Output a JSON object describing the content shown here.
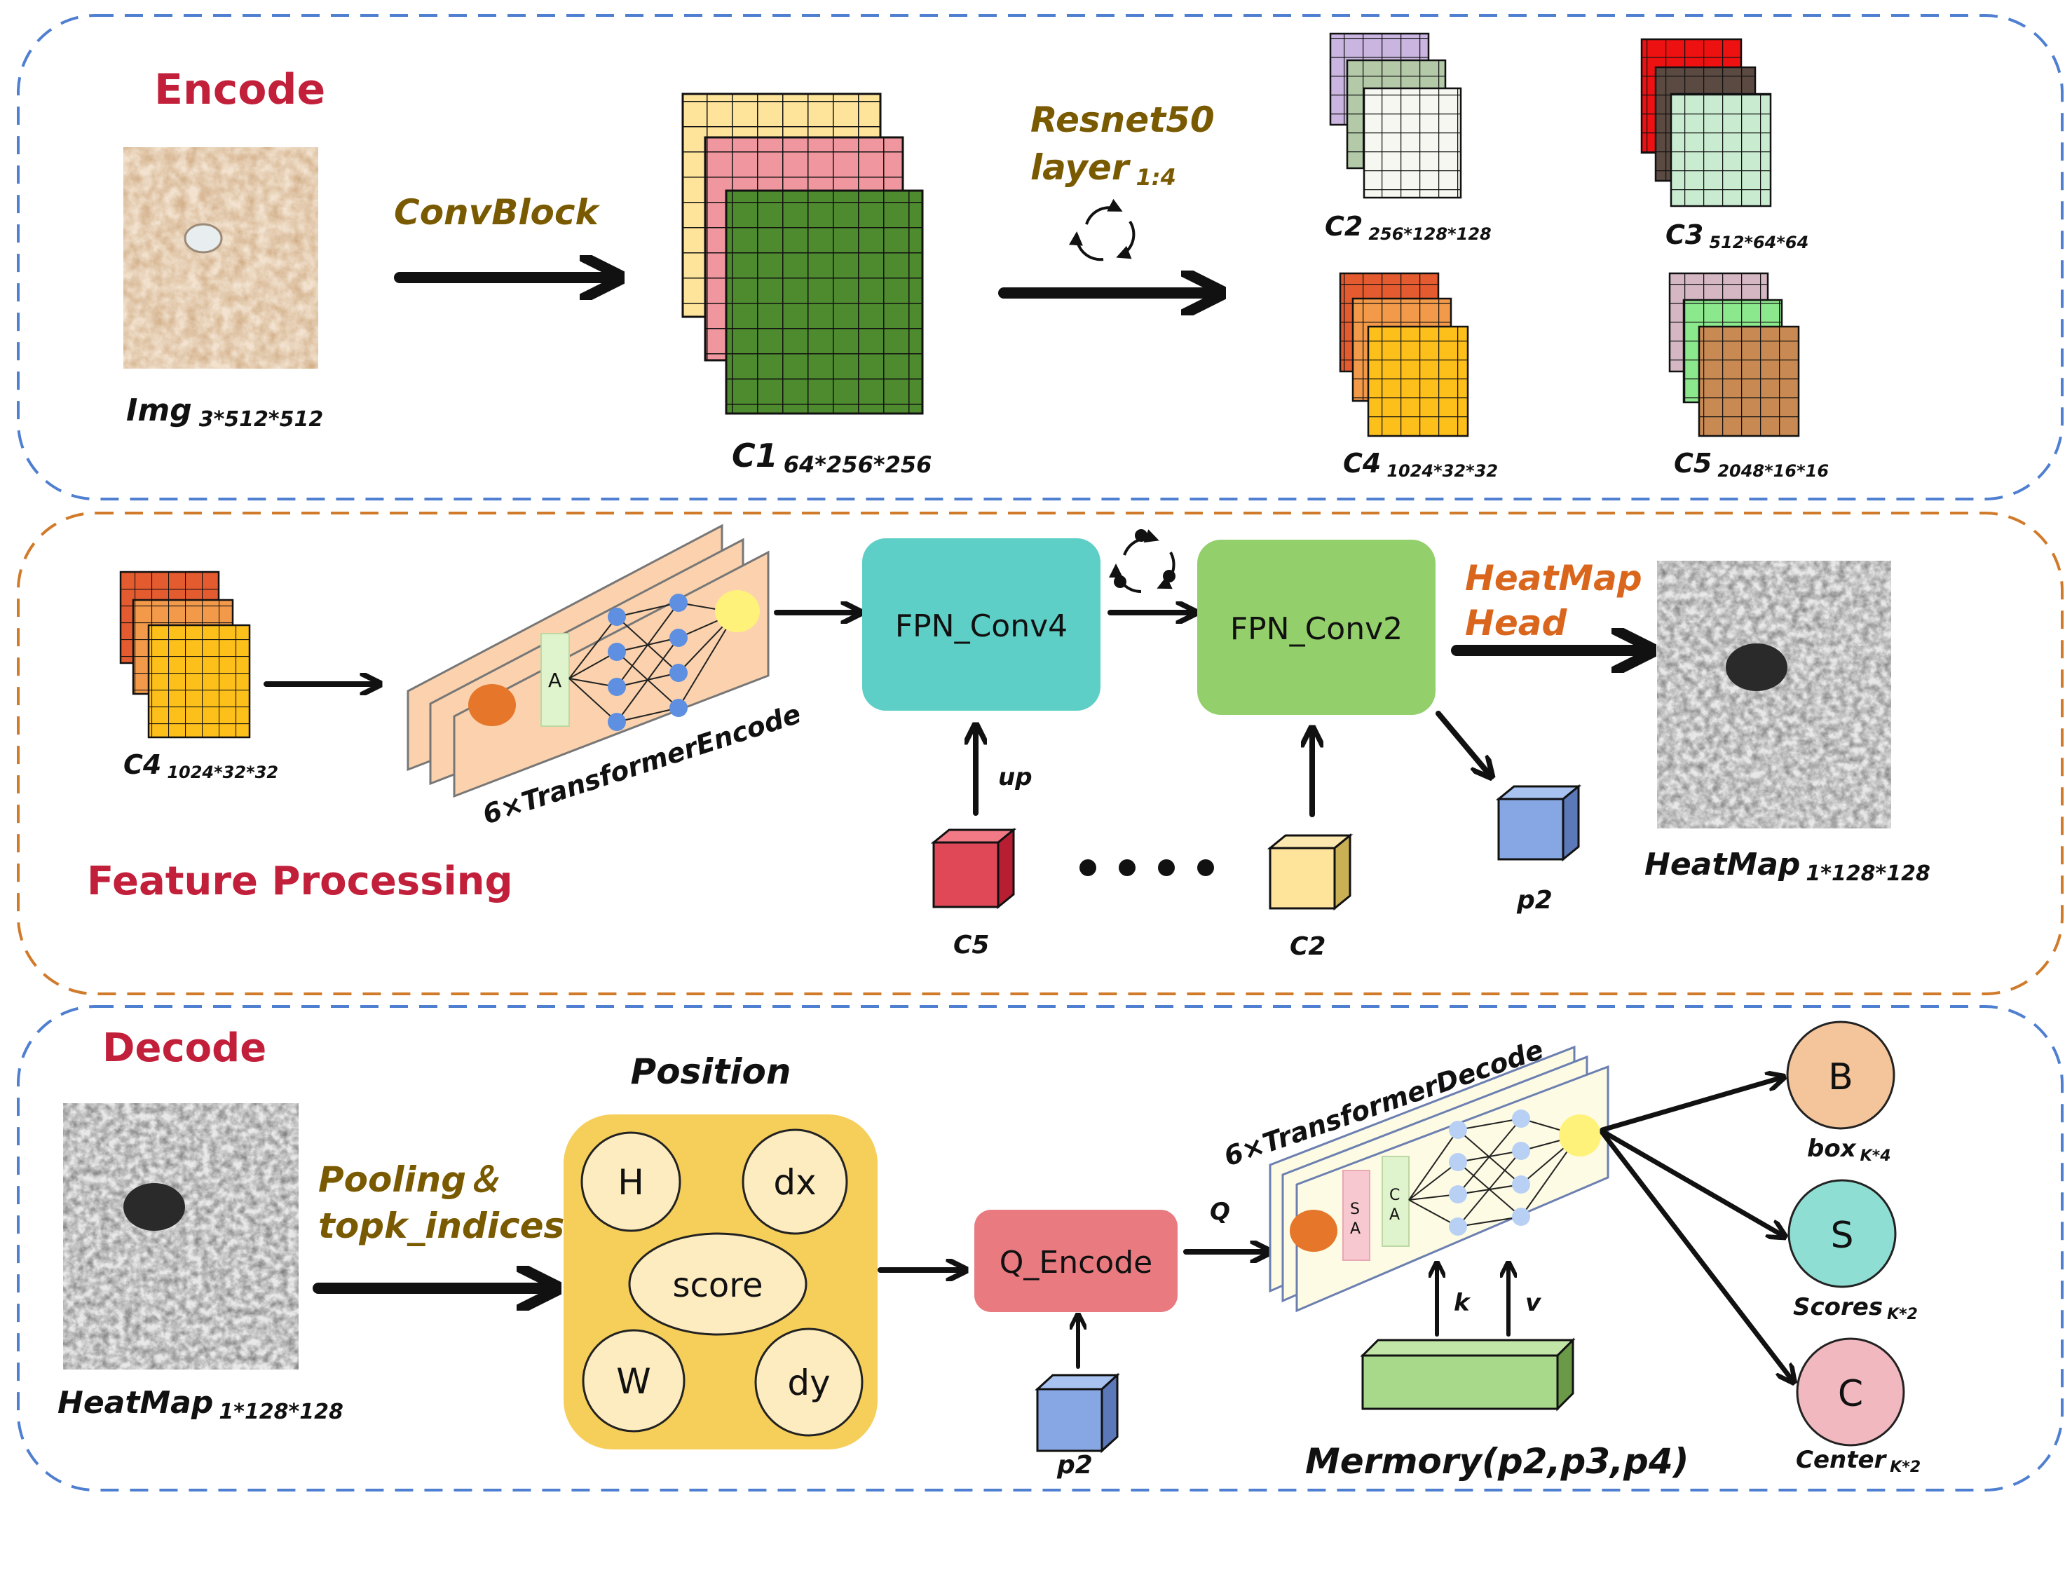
{
  "encode": {
    "title": "Encode",
    "img_label": "Img",
    "img_dims": "3*512*512",
    "convblock": "ConvBlock",
    "c1_label": "C1",
    "c1_dims": "64*256*256",
    "resnet_line1": "Resnet50",
    "resnet_line2": "layer",
    "resnet_sub": "1:4",
    "c2_label": "C2",
    "c2_dims": "256*128*128",
    "c3_label": "C3",
    "c3_dims": "512*64*64",
    "c4_label": "C4",
    "c4_dims": "1024*32*32",
    "c5_label": "C5",
    "c5_dims": "2048*16*16"
  },
  "feature": {
    "title": "Feature Processing",
    "c4_label": "C4",
    "c4_dims": "1024*32*32",
    "transformer_label": "6×TransformerEncode",
    "attn_letter": "A",
    "fpn4": "FPN_Conv4",
    "fpn2": "FPN_Conv2",
    "up": "up",
    "c5_label": "C5",
    "c2_label": "C2",
    "p2_label": "p2",
    "heatmap_head_line1": "HeatMap",
    "heatmap_head_line2": "Head",
    "heatmap_label": "HeatMap",
    "heatmap_dims": "1*128*128"
  },
  "decode": {
    "title": "Decode",
    "heatmap_label": "HeatMap",
    "heatmap_dims": "1*128*128",
    "pooling_line1": "Pooling＆",
    "pooling_line2": "topk_indices",
    "position_title": "Position",
    "pos_h": "H",
    "pos_dx": "dx",
    "pos_score": "score",
    "pos_w": "W",
    "pos_dy": "dy",
    "q_encode": "Q_Encode",
    "q_label": "Q",
    "p2_label": "p2",
    "transformer_label": "6×TransformerDecode",
    "sa_top": "S",
    "sa_bot": "A",
    "ca_top": "C",
    "ca_bot": "A",
    "k_label": "k",
    "v_label": "v",
    "memory_label": "Mermory(p2,p3,p4)",
    "out_b": "B",
    "out_b_label": "box",
    "out_b_sub": "K*4",
    "out_s": "S",
    "out_s_label": "Scores",
    "out_s_sub": "K*2",
    "out_c": "C",
    "out_c_label": "Center",
    "out_c_sub": "K*2"
  },
  "colors": {
    "encode_border": "#4f7fd0",
    "feature_border": "#d07a2a",
    "decode_border": "#4f7fd0",
    "fpn4": "#5ecfc6",
    "fpn2": "#93cf6b",
    "q_encode": "#e87a80",
    "position_bg": "#f6cf5a",
    "position_circle": "#fdecc0",
    "out_b": "#f4c49a",
    "out_s": "#8fded4",
    "out_c": "#f2b8bf"
  }
}
